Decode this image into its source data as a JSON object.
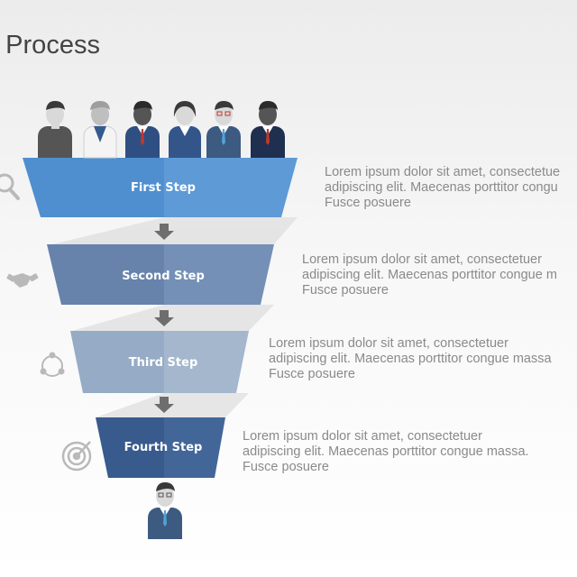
{
  "title": "p Process",
  "colors": {
    "step1": "#4f8fcf",
    "step2": "#6b86ad",
    "step3": "#9bb0c8",
    "step4": "#3c5f91",
    "arrow": "#6e6e6e",
    "icon": "#b9b9b9"
  },
  "steps": [
    {
      "label": "First Step",
      "icon": "magnifier-icon",
      "description": [
        "Lorem ipsum dolor sit amet, consectetue",
        "adipiscing elit. Maecenas porttitor congu",
        "Fusce posuere"
      ]
    },
    {
      "label": "Second Step",
      "icon": "handshake-icon",
      "description": [
        "Lorem ipsum dolor sit amet, consectetuer",
        "adipiscing elit. Maecenas porttitor congue m",
        "Fusce posuere"
      ]
    },
    {
      "label": "Third Step",
      "icon": "cycle-icon",
      "description": [
        "Lorem ipsum dolor sit amet, consectetuer",
        "adipiscing elit. Maecenas porttitor congue massa",
        "Fusce posuere"
      ]
    },
    {
      "label": "Fourth Step",
      "icon": "target-icon",
      "description": [
        "Lorem ipsum dolor sit amet, consectetuer",
        "adipiscing elit. Maecenas porttitor congue massa.",
        "Fusce posuere"
      ]
    }
  ]
}
